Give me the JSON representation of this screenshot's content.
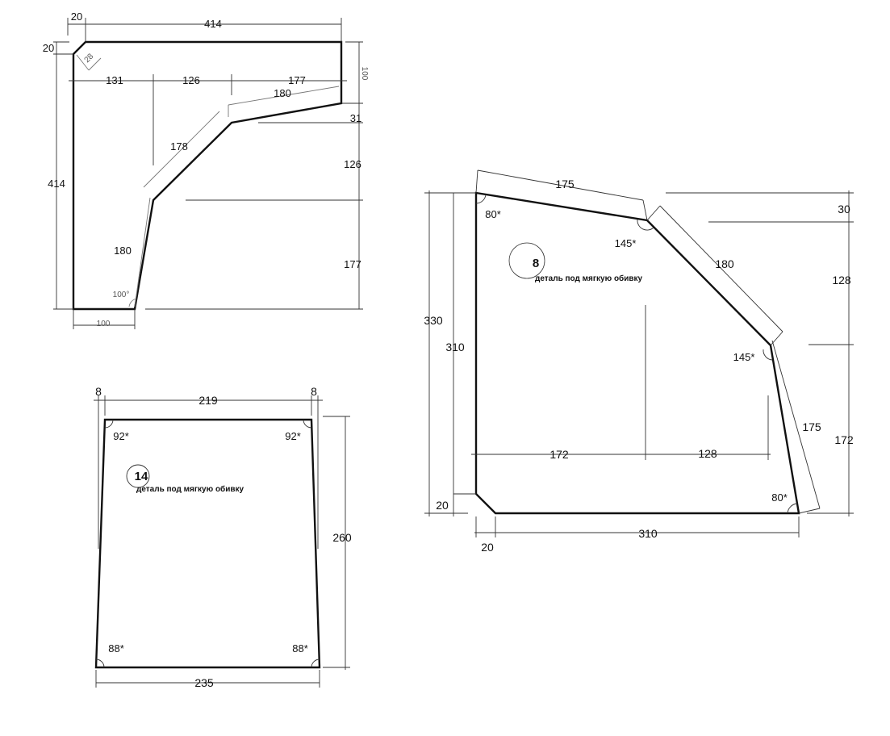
{
  "drawing_l_shape": {
    "top_offset": "20",
    "top_width": "414",
    "left_offset": "20",
    "left_height": "414",
    "chamfer": "28",
    "seg_a": "131",
    "seg_b": "126",
    "seg_c": "177",
    "edge_top_right": "180",
    "edge_middle": "178",
    "edge_bottom": "180",
    "angle_bottom": "100°",
    "bottom_width": "100",
    "right_top": "100",
    "right_31": "31",
    "right_126": "126",
    "right_177": "177"
  },
  "drawing_trapezoid": {
    "part_number": "14",
    "note": "деталь под мягкую обивку",
    "top_left_offset": "8",
    "top_width": "219",
    "top_right_offset": "8",
    "angle_tl": "92*",
    "angle_tr": "92*",
    "angle_bl": "88*",
    "angle_br": "88*",
    "height": "260",
    "bottom_width": "235"
  },
  "drawing_polygon": {
    "part_number": "8",
    "note": "деталь под мягкую обивку",
    "edge_top": "175",
    "edge_diag": "180",
    "edge_right": "175",
    "angle_tl": "80*",
    "angle_1": "145*",
    "angle_2": "145*",
    "angle_br": "80*",
    "right_30": "30",
    "right_128": "128",
    "right_172": "172",
    "left_330": "330",
    "left_310": "310",
    "left_20": "20",
    "inner_172": "172",
    "inner_128": "128",
    "bottom_310": "310",
    "bottom_20": "20"
  }
}
